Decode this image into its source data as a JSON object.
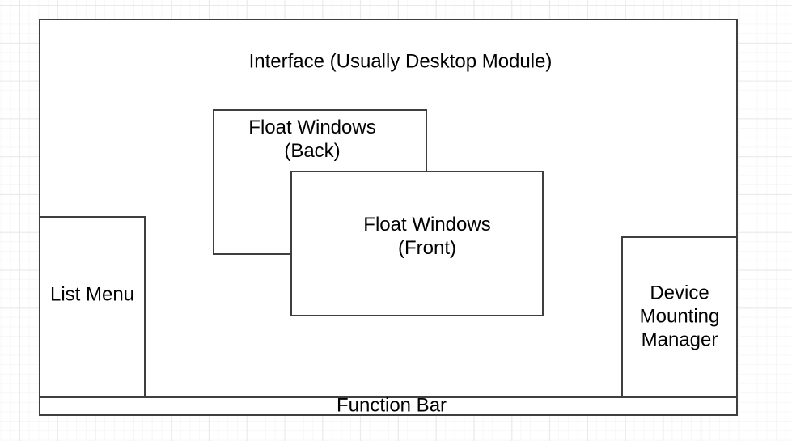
{
  "canvas": {
    "colors": {
      "background": "#ffffff",
      "grid_minor": "#f7f7f7",
      "grid_major": "#e9e9e9",
      "shape_stroke": "#3f3f3f",
      "shape_fill": "#ffffff",
      "text": "#000000"
    }
  },
  "diagram": {
    "interface": {
      "label": "Interface (Usually Desktop Module)"
    },
    "float_back": {
      "label": "Float Windows\n(Back)"
    },
    "float_front": {
      "label": "Float Windows\n(Front)"
    },
    "list_menu": {
      "label": "List Menu"
    },
    "device_manager": {
      "label": "Device\nMounting\nManager"
    },
    "function_bar": {
      "label": "Function Bar"
    }
  }
}
